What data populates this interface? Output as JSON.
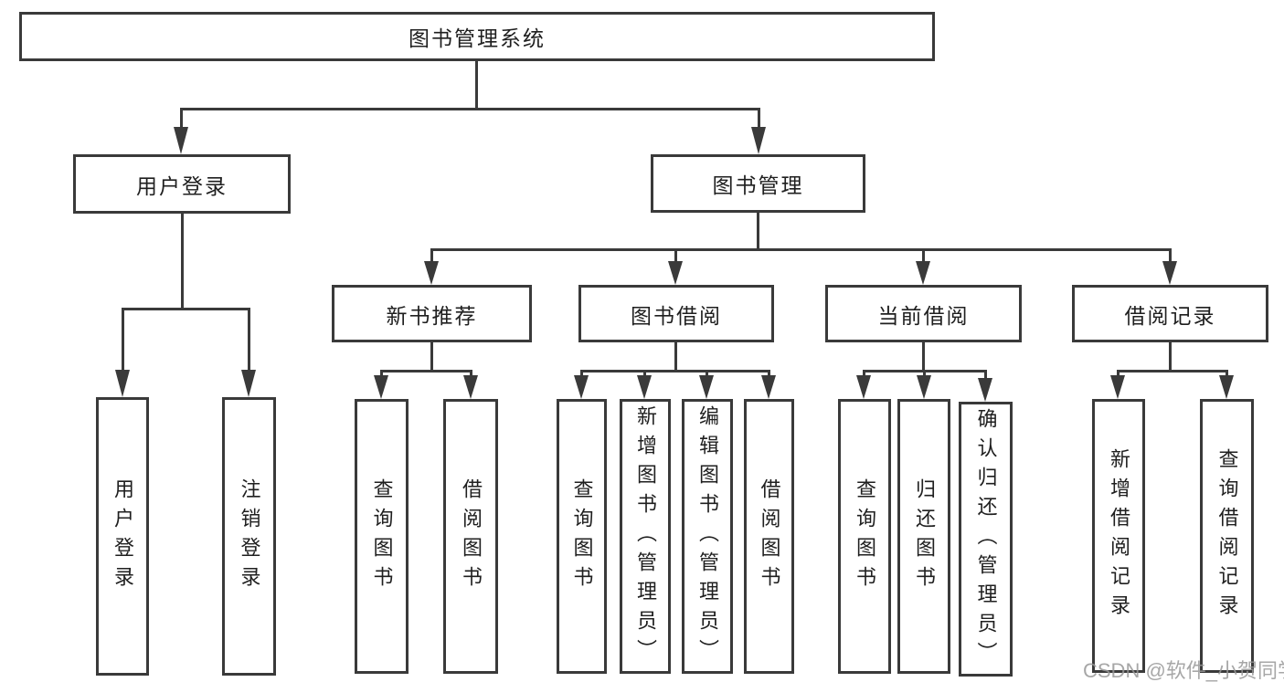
{
  "diagram": {
    "root": "图书管理系统",
    "level1": [
      "用户登录",
      "图书管理"
    ],
    "level2": [
      "新书推荐",
      "图书借阅",
      "当前借阅",
      "借阅记录"
    ],
    "leaves": {
      "user_login": [
        "用户登录",
        "注销登录"
      ],
      "new_book_recommend": [
        "查询图书",
        "借阅图书"
      ],
      "book_borrow": [
        "查询图书",
        "新增图书（管理员）",
        "编辑图书（管理员）",
        "借阅图书"
      ],
      "current_borrow": [
        "查询图书",
        "归还图书",
        "确认归还（管理员）"
      ],
      "borrow_records": [
        "新增借阅记录",
        "查询借阅记录"
      ]
    }
  },
  "watermark": "CSDN @软件_小贺同学",
  "colors": {
    "line": "#3a3a3a",
    "text": "#1f1f1f",
    "watermark": "#989898",
    "background": "#ffffff"
  }
}
